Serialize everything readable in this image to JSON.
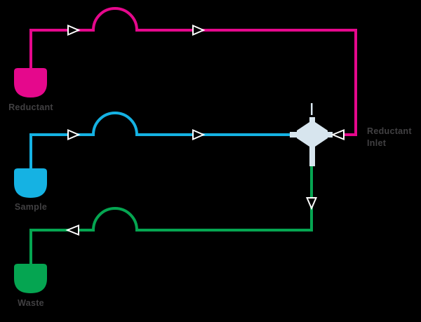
{
  "diagram": {
    "background": "#000000",
    "reservoirs": [
      {
        "label": "Reductant",
        "color": "#e5088c"
      },
      {
        "label": "Sample",
        "color": "#15b2e3"
      },
      {
        "label": "Waste",
        "color": "#05a551"
      }
    ],
    "junction": {
      "label": "Reductant Inlet",
      "color": "#d7e5ee"
    },
    "arrows": {
      "stroke": "#ffffff",
      "fill": "#000000",
      "reductant_line_count": 3,
      "sample_line_count": 2,
      "waste_line_count": 2
    },
    "label_color": "#414042"
  }
}
